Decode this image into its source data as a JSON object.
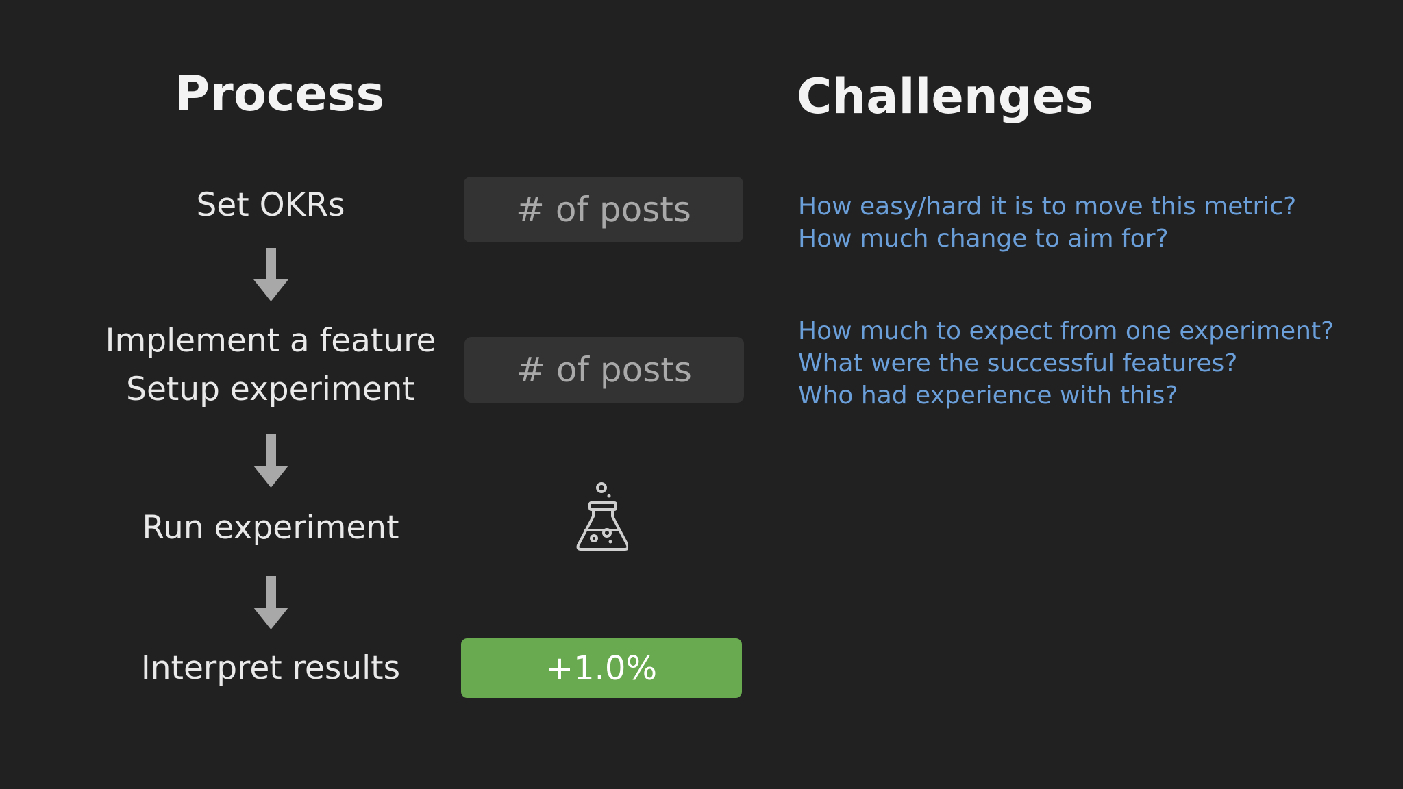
{
  "headings": {
    "process": "Process",
    "challenges": "Challenges"
  },
  "process": {
    "steps": [
      {
        "lines": [
          "Set OKRs"
        ]
      },
      {
        "lines": [
          "Implement a feature",
          "Setup experiment"
        ]
      },
      {
        "lines": [
          "Run experiment"
        ]
      },
      {
        "lines": [
          "Interpret results"
        ]
      }
    ],
    "arrow_icon": "down-arrow-icon"
  },
  "metrics": {
    "okr_metric": "# of posts",
    "experiment_metric": "# of posts",
    "run_icon": "flask-icon",
    "result_value": "+1.0%"
  },
  "challenges": {
    "groups": [
      {
        "lines": [
          "How easy/hard it is to move this metric?",
          "How much change to aim for?"
        ]
      },
      {
        "lines": [
          "How much to expect from one experiment?",
          "What were the successful features?",
          "Who had experience with this?"
        ]
      }
    ]
  },
  "colors": {
    "background": "#212122",
    "heading": "#f3f3f3",
    "step_text": "#e9e9e9",
    "pill_bg": "#333334",
    "pill_text": "#a9a9aa",
    "result_bg": "#69a94f",
    "result_text": "#ffffff",
    "question_text": "#6a9fda",
    "arrow": "#a8a8a8"
  }
}
